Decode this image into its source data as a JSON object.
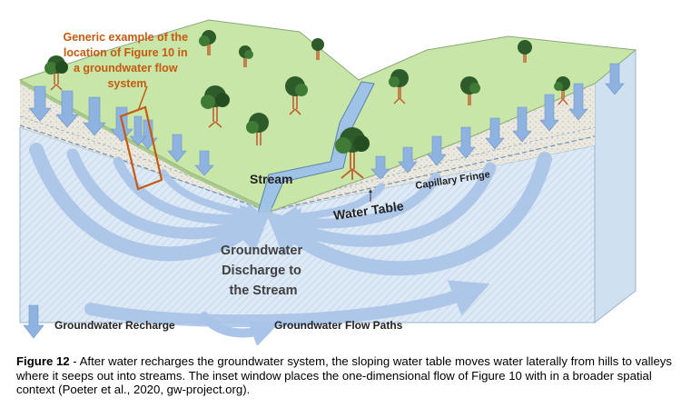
{
  "labels": {
    "inset_lines": [
      "Generic example of the",
      "location of Figure 10 in",
      "a groundwater flow",
      "system"
    ],
    "stream": "Stream",
    "capillary_fringe": "Capillary Fringe",
    "water_table": "Water Table",
    "discharge_lines": [
      "Groundwater",
      "Discharge to",
      "the Stream"
    ]
  },
  "legend": {
    "recharge": "Groundwater Recharge",
    "flow_paths": "Groundwater Flow Paths"
  },
  "caption": {
    "label": "Figure 12",
    "text": " - After water recharges the groundwater system, the sloping water table moves water laterally from hills to valleys where it seeps out into streams. The inset window places the one-dimensional flow of Figure 10 with in a broader spatial context (Poeter et al., 2020, gw-project.org)."
  },
  "colors": {
    "land": "#c8e6a8",
    "aquifer": "#dbe9f6",
    "unsaturated": "#e8e6dc",
    "stream": "#9fc3e6",
    "arrow": "#8fb3e0",
    "inset_box": "#c55a11",
    "inset_text": "#c55a11",
    "label_text": "#404040"
  }
}
